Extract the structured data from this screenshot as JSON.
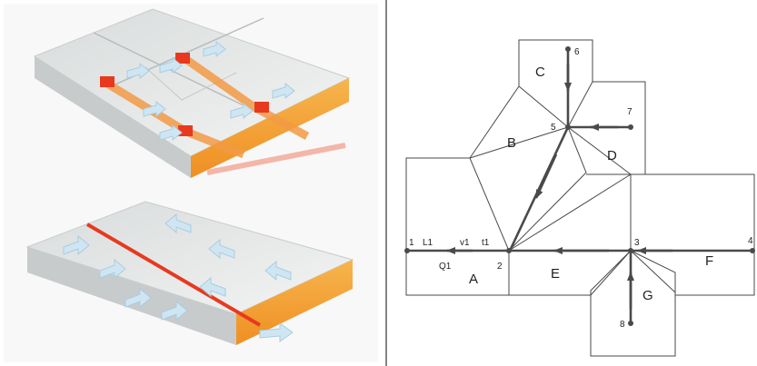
{
  "colors": {
    "background": "#ffffff",
    "roof_top": "#e8eaea",
    "roof_side": "#f2a33a",
    "roof_front": "#cfd3d4",
    "drain": "#e8391f",
    "gutter": "#f3b6a9",
    "arrow": "#cfe6f2",
    "line": "#4a4a4a"
  },
  "network": {
    "regions": [
      "A",
      "B",
      "C",
      "D",
      "E",
      "F",
      "G"
    ],
    "nodes": [
      "1",
      "2",
      "3",
      "4",
      "5",
      "6",
      "7",
      "8"
    ],
    "pipe_labels": [
      "L1",
      "v1",
      "t1",
      "Q1"
    ]
  }
}
